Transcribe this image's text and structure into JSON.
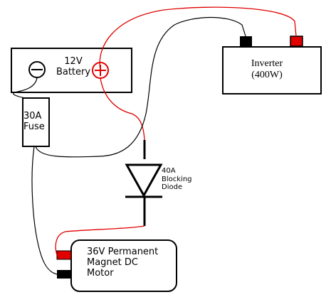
{
  "battery": {
    "line1": "12V",
    "line2": "Battery"
  },
  "fuse": {
    "line1": "30A",
    "line2": "Fuse"
  },
  "inverter": {
    "line1": "Inverter",
    "line2": "(400W)"
  },
  "diode": {
    "line1": "40A",
    "line2": "Blocking",
    "line3": "Diode"
  },
  "motor": {
    "line1": "36V Permanent",
    "line2": "Magnet DC",
    "line3": "Motor"
  },
  "colors": {
    "positive_wire": "#e00000",
    "negative_wire": "#000000",
    "outline": "#000000"
  }
}
